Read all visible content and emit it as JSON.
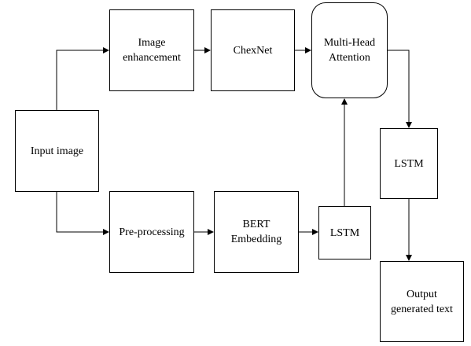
{
  "diagram": {
    "nodes": {
      "input_image": "Input image",
      "image_enhancement": "Image\nenhancement",
      "chexnet": "ChexNet",
      "multi_head_attention": "Multi-Head\nAttention",
      "lstm_right": "LSTM",
      "pre_processing": "Pre-processing",
      "bert_embedding": "BERT\nEmbedding",
      "lstm_bottom": "LSTM",
      "output": "Output\ngenerated text"
    },
    "edges": [
      {
        "from": "input_image",
        "to": "image_enhancement"
      },
      {
        "from": "image_enhancement",
        "to": "chexnet"
      },
      {
        "from": "chexnet",
        "to": "multi_head_attention"
      },
      {
        "from": "input_image",
        "to": "pre_processing"
      },
      {
        "from": "pre_processing",
        "to": "bert_embedding"
      },
      {
        "from": "bert_embedding",
        "to": "lstm_bottom"
      },
      {
        "from": "lstm_bottom",
        "to": "multi_head_attention"
      },
      {
        "from": "multi_head_attention",
        "to": "lstm_right"
      },
      {
        "from": "lstm_right",
        "to": "output"
      }
    ],
    "line_color": "#000000",
    "box_border_color": "#000000",
    "background_color": "#ffffff"
  }
}
